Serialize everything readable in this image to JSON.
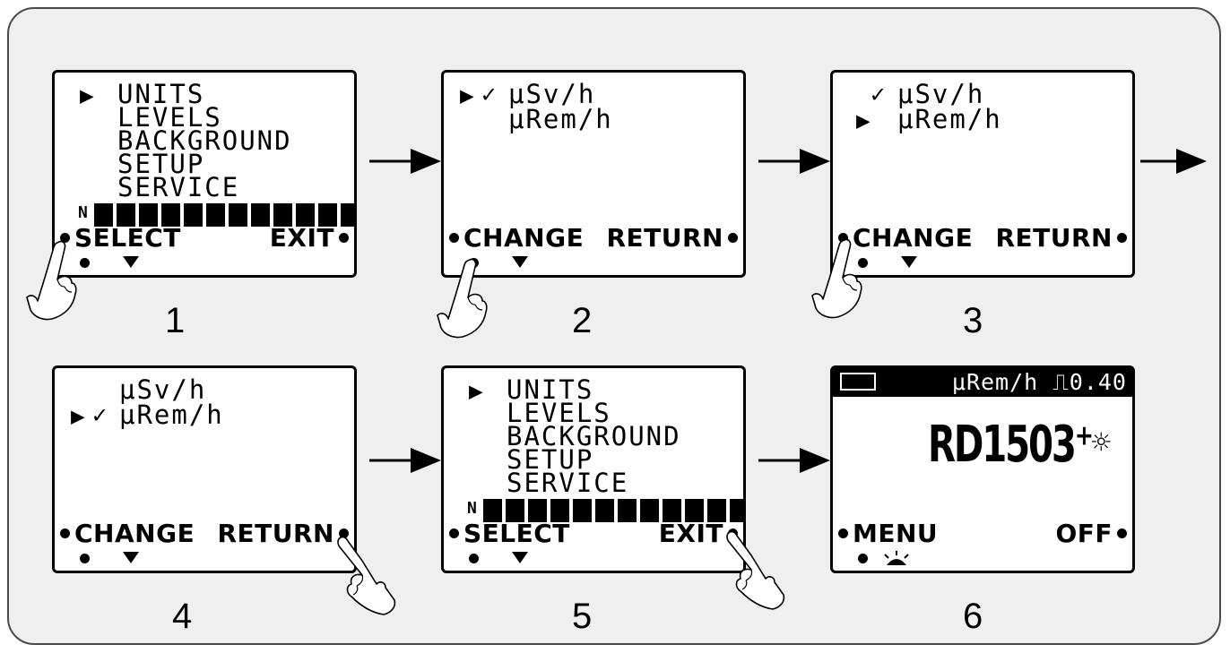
{
  "steps": [
    {
      "number": "1",
      "menu": [
        "UNITS",
        "LEVELS",
        "BACKGROUND",
        "SETUP",
        "SERVICE"
      ],
      "bar_label": "N",
      "left_key": "SELECT",
      "right_key": "EXIT",
      "marker": "▶"
    },
    {
      "number": "2",
      "units": [
        "μSv/h",
        "μRem/h"
      ],
      "marker": "▶",
      "check": "✓",
      "left_key": "CHANGE",
      "right_key": "RETURN"
    },
    {
      "number": "3",
      "units": [
        "μSv/h",
        "μRem/h"
      ],
      "marker": "▶",
      "check": "✓",
      "left_key": "CHANGE",
      "right_key": "RETURN"
    },
    {
      "number": "4",
      "units": [
        "μSv/h",
        "μRem/h"
      ],
      "marker": "▶",
      "check": "✓",
      "left_key": "CHANGE",
      "right_key": "RETURN"
    },
    {
      "number": "5",
      "menu": [
        "UNITS",
        "LEVELS",
        "BACKGROUND",
        "SETUP",
        "SERVICE"
      ],
      "bar_label": "N",
      "left_key": "SELECT",
      "right_key": "EXIT",
      "marker": "▶"
    },
    {
      "number": "6",
      "status_unit": "μRem/h",
      "status_value": "⎍0.40",
      "model": "RD1503⁺",
      "left_key": "MENU",
      "right_key": "OFF",
      "alarm_icon": "☼"
    }
  ],
  "icons": {
    "arrow": "arrow-right-icon",
    "hand": "pointing-hand-icon",
    "button": "button-dot-icon",
    "down": "down-triangle-icon",
    "backlight": "backlight-icon",
    "battery": "battery-icon",
    "alarm": "alarm-bell-icon"
  }
}
